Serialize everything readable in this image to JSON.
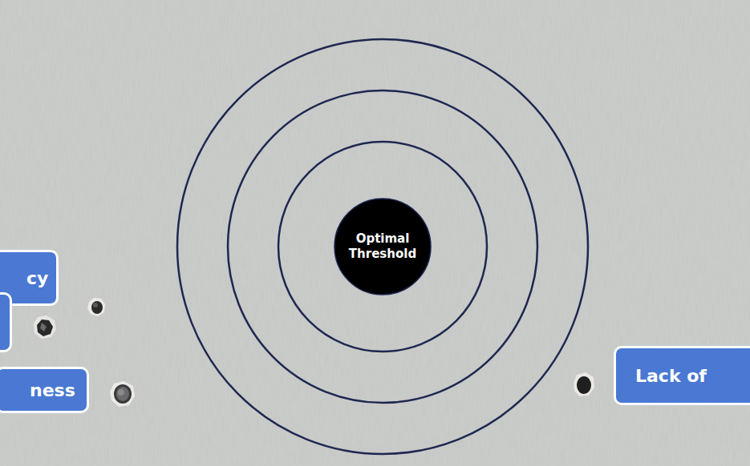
{
  "diagram": {
    "nodes": [
      {
        "text": [
          "Optimal Threshold"
        ]
      },
      {
        "text": [
          "cy"
        ]
      },
      {
        "text": [
          "ness"
        ]
      },
      {
        "text": [
          "Lack of"
        ]
      }
    ]
  }
}
